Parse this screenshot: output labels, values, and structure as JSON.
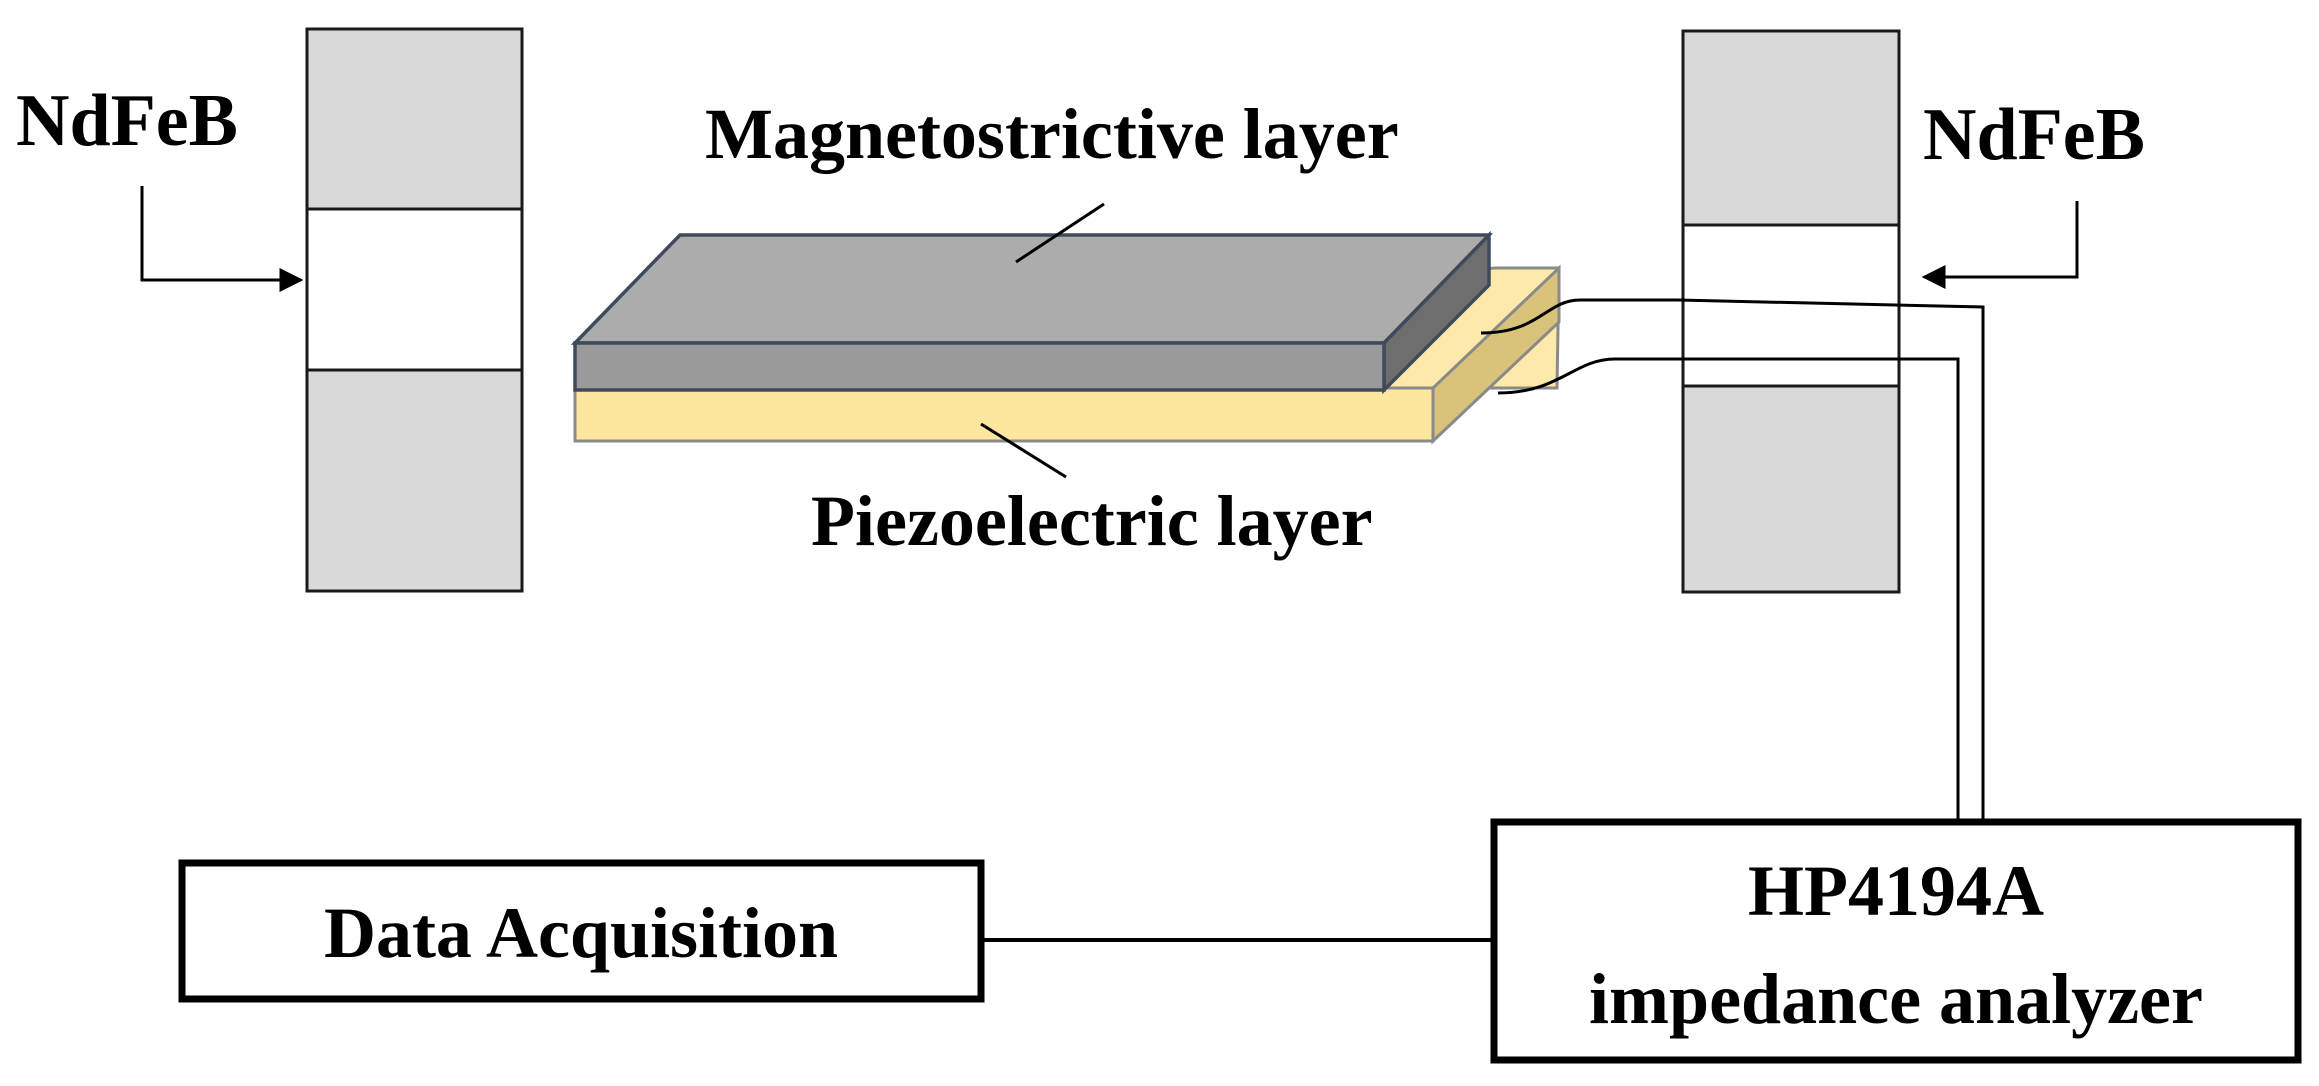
{
  "labels": {
    "magnet_left": "NdFeB",
    "magnet_right": "NdFeB",
    "magnetostrictive_layer": "Magnetostrictive layer",
    "piezoelectric_layer": "Piezoelectric layer",
    "data_acquisition": "Data Acquisition",
    "analyzer_line1": "HP4194A",
    "analyzer_line2": "impedance analyzer"
  },
  "colors": {
    "magnet_fill": "#d9d9d9",
    "magnetostrictive_top": "#acacac",
    "magnetostrictive_front": "#9a9a9a",
    "magnetostrictive_side": "#6e6e6e",
    "magnetostrictive_edge": "#3f4a5a",
    "piezo_top": "#fde9a9",
    "piezo_front": "#fde79f",
    "piezo_side": "#d9c27a",
    "line": "#000000"
  }
}
